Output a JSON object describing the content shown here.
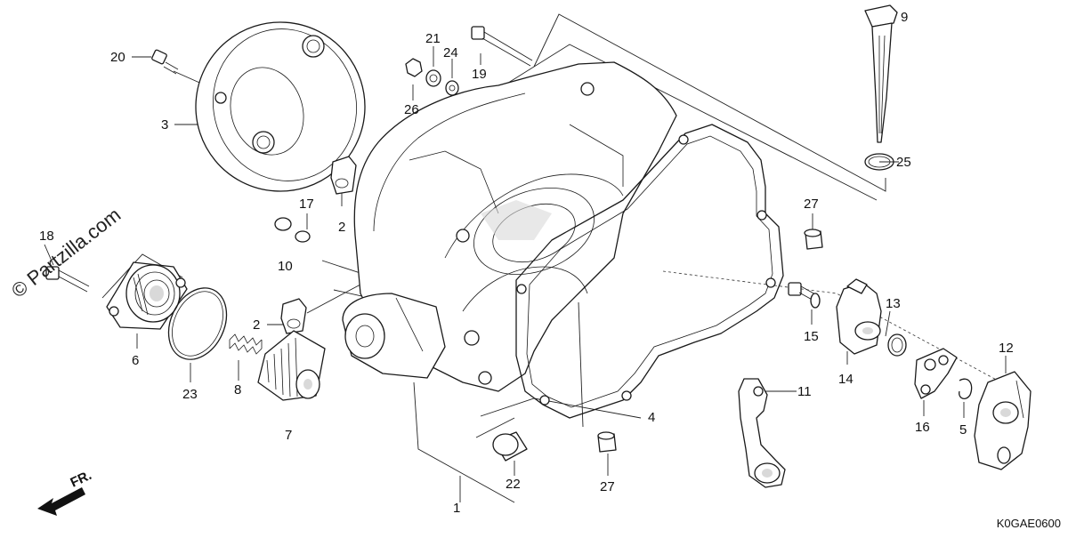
{
  "watermark": "© Partzilla.com",
  "diagram_code": "K0GAE0600",
  "direction_label": "FR.",
  "callouts": {
    "c1": "1",
    "c2a": "2",
    "c2b": "2",
    "c3": "3",
    "c4": "4",
    "c5": "5",
    "c6": "6",
    "c7": "7",
    "c8": "8",
    "c9": "9",
    "c10": "10",
    "c11": "11",
    "c12": "12",
    "c13": "13",
    "c14": "14",
    "c15": "15",
    "c16": "16",
    "c17": "17",
    "c18": "18",
    "c19": "19",
    "c20": "20",
    "c21": "21",
    "c22": "22",
    "c23": "23",
    "c24": "24",
    "c25": "25",
    "c26": "26",
    "c27a": "27",
    "c27b": "27"
  }
}
